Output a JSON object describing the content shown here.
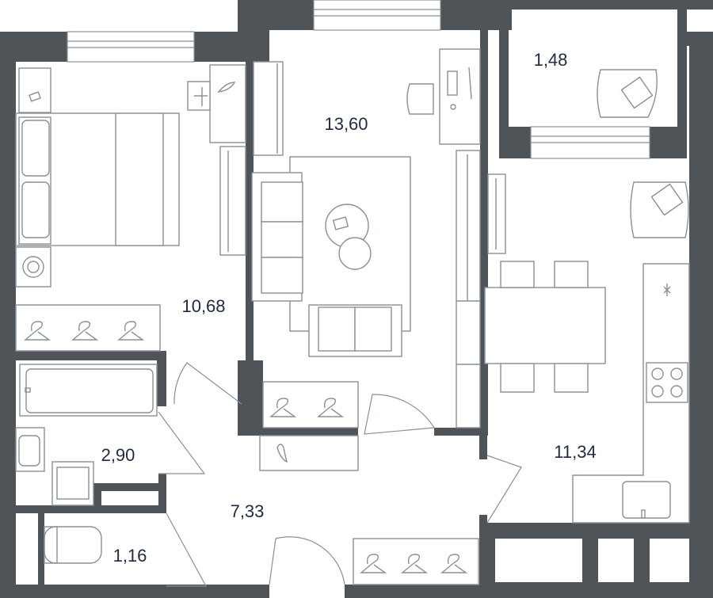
{
  "plan": {
    "rooms": [
      {
        "id": "bedroom",
        "area": "10,68"
      },
      {
        "id": "living",
        "area": "13,60"
      },
      {
        "id": "balcony",
        "area": "1,48"
      },
      {
        "id": "kitchen",
        "area": "11,34"
      },
      {
        "id": "bathroom",
        "area": "2,90"
      },
      {
        "id": "hallway",
        "area": "7,33"
      },
      {
        "id": "toilet",
        "area": "1,16"
      }
    ]
  },
  "colors": {
    "wall": "#4f5459",
    "furniture_stroke": "#8a9096",
    "label": "#1f2a44",
    "background": "#ffffff"
  }
}
